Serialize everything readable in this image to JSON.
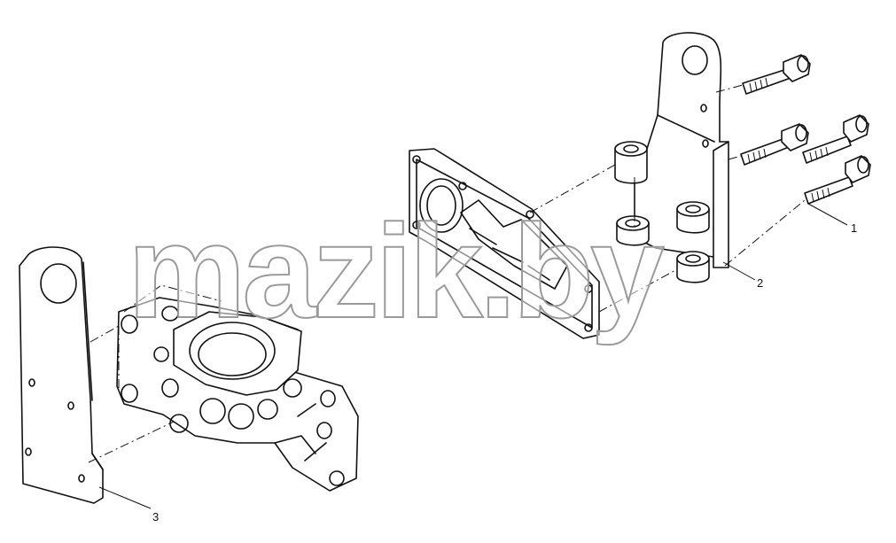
{
  "watermark": {
    "text": "mazik.by"
  },
  "callouts": [
    {
      "id": "1",
      "label": "1"
    },
    {
      "id": "2",
      "label": "2"
    },
    {
      "id": "3",
      "label": "3"
    }
  ],
  "colors": {
    "line": "#111111",
    "background": "#ffffff",
    "watermark_stroke": "#9a9a9a"
  }
}
